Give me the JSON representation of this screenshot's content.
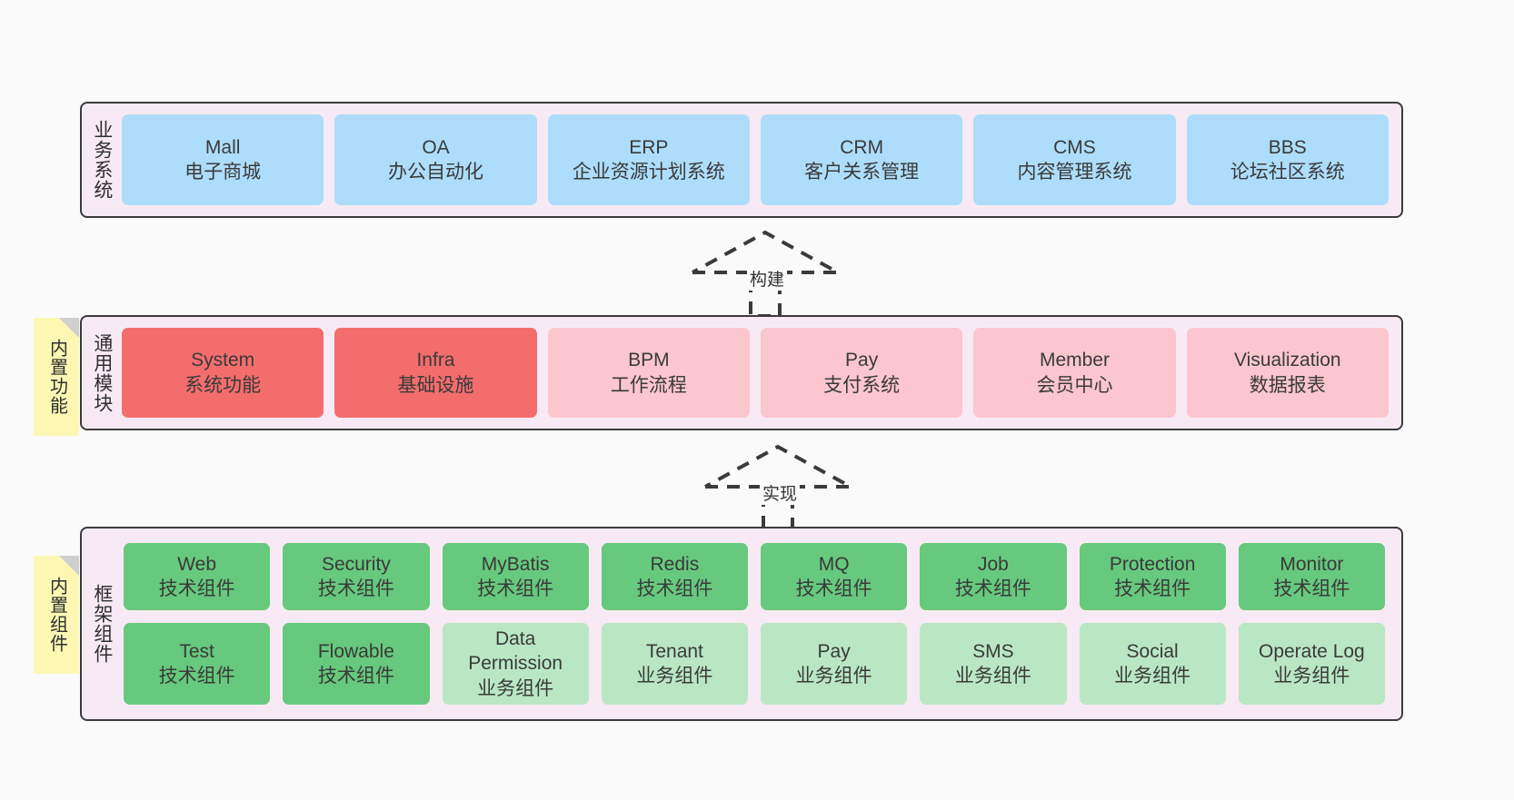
{
  "palette": {
    "page_bg": "#FAFAFA",
    "band_bg": "#F7EAF4",
    "band_border": "#3B3B3B",
    "blue": "#ADDDFB",
    "red": "#F46D6D",
    "pink": "#FBC6CE",
    "green": "#66C97D",
    "mint": "#B9E7C3",
    "note_yellow": "#FCF8B4",
    "note_fold": "#CFCFCF"
  },
  "layers": [
    {
      "id": "business-systems",
      "title": "业务系统",
      "note": null,
      "rows": [
        {
          "style": "blue",
          "cards": [
            {
              "en": "Mall",
              "cn": "电子商城"
            },
            {
              "en": "OA",
              "cn": "办公自动化"
            },
            {
              "en": "ERP",
              "cn": "企业资源计划系统"
            },
            {
              "en": "CRM",
              "cn": "客户关系管理"
            },
            {
              "en": "CMS",
              "cn": "内容管理系统"
            },
            {
              "en": "BBS",
              "cn": "论坛社区系统"
            }
          ]
        }
      ]
    },
    {
      "id": "common-modules",
      "title": "通用模块",
      "note": "内置功能",
      "rows": [
        {
          "style": "mixed",
          "cards": [
            {
              "en": "System",
              "cn": "系统功能",
              "style": "red"
            },
            {
              "en": "Infra",
              "cn": "基础设施",
              "style": "red"
            },
            {
              "en": "BPM",
              "cn": "工作流程",
              "style": "pink"
            },
            {
              "en": "Pay",
              "cn": "支付系统",
              "style": "pink"
            },
            {
              "en": "Member",
              "cn": "会员中心",
              "style": "pink"
            },
            {
              "en": "Visualization",
              "cn": "数据报表",
              "style": "pink"
            }
          ]
        }
      ]
    },
    {
      "id": "framework-components",
      "title": "框架组件",
      "note": "内置组件",
      "rows": [
        {
          "style": "green",
          "cards": [
            {
              "en": "Web",
              "cn": "技术组件"
            },
            {
              "en": "Security",
              "cn": "技术组件"
            },
            {
              "en": "MyBatis",
              "cn": "技术组件"
            },
            {
              "en": "Redis",
              "cn": "技术组件"
            },
            {
              "en": "MQ",
              "cn": "技术组件"
            },
            {
              "en": "Job",
              "cn": "技术组件"
            },
            {
              "en": "Protection",
              "cn": "技术组件"
            },
            {
              "en": "Monitor",
              "cn": "技术组件"
            }
          ]
        },
        {
          "style": "mixed",
          "cards": [
            {
              "en": "Test",
              "cn": "技术组件",
              "style": "green"
            },
            {
              "en": "Flowable",
              "cn": "技术组件",
              "style": "green"
            },
            {
              "en": "Data Permission",
              "cn": "业务组件",
              "style": "mint"
            },
            {
              "en": "Tenant",
              "cn": "业务组件",
              "style": "mint"
            },
            {
              "en": "Pay",
              "cn": "业务组件",
              "style": "mint"
            },
            {
              "en": "SMS",
              "cn": "业务组件",
              "style": "mint"
            },
            {
              "en": "Social",
              "cn": "业务组件",
              "style": "mint"
            },
            {
              "en": "Operate Log",
              "cn": "业务组件",
              "style": "mint"
            }
          ]
        }
      ]
    }
  ],
  "connectors": [
    {
      "id": "build",
      "label": "构建",
      "kind": "dashed-generalization-arrow-up"
    },
    {
      "id": "implement",
      "label": "实现",
      "kind": "dashed-generalization-arrow-up"
    }
  ]
}
